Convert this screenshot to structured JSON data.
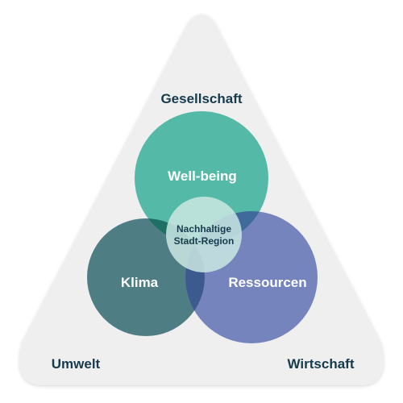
{
  "diagram": {
    "corners": {
      "top": "Gesellschaft",
      "bottom_left": "Umwelt",
      "bottom_right": "Wirtschaft"
    },
    "circles": {
      "top": {
        "label": "Well-being",
        "color": "#55b9a7"
      },
      "left": {
        "label": "Klima",
        "color": "#4f7d84"
      },
      "right": {
        "label": "Ressourcen",
        "color": "#7584bc"
      }
    },
    "overlap_colors": {
      "top_left": "#1f6f66",
      "top_right": "#3f6a9c",
      "left_right": "#3d5a8e"
    },
    "center": {
      "line1": "Nachhaltige",
      "line2": "Stadt-Region",
      "color": "#cbe8e3"
    },
    "background_triangle_color": "#efefef",
    "text_color": "#163b4c"
  }
}
